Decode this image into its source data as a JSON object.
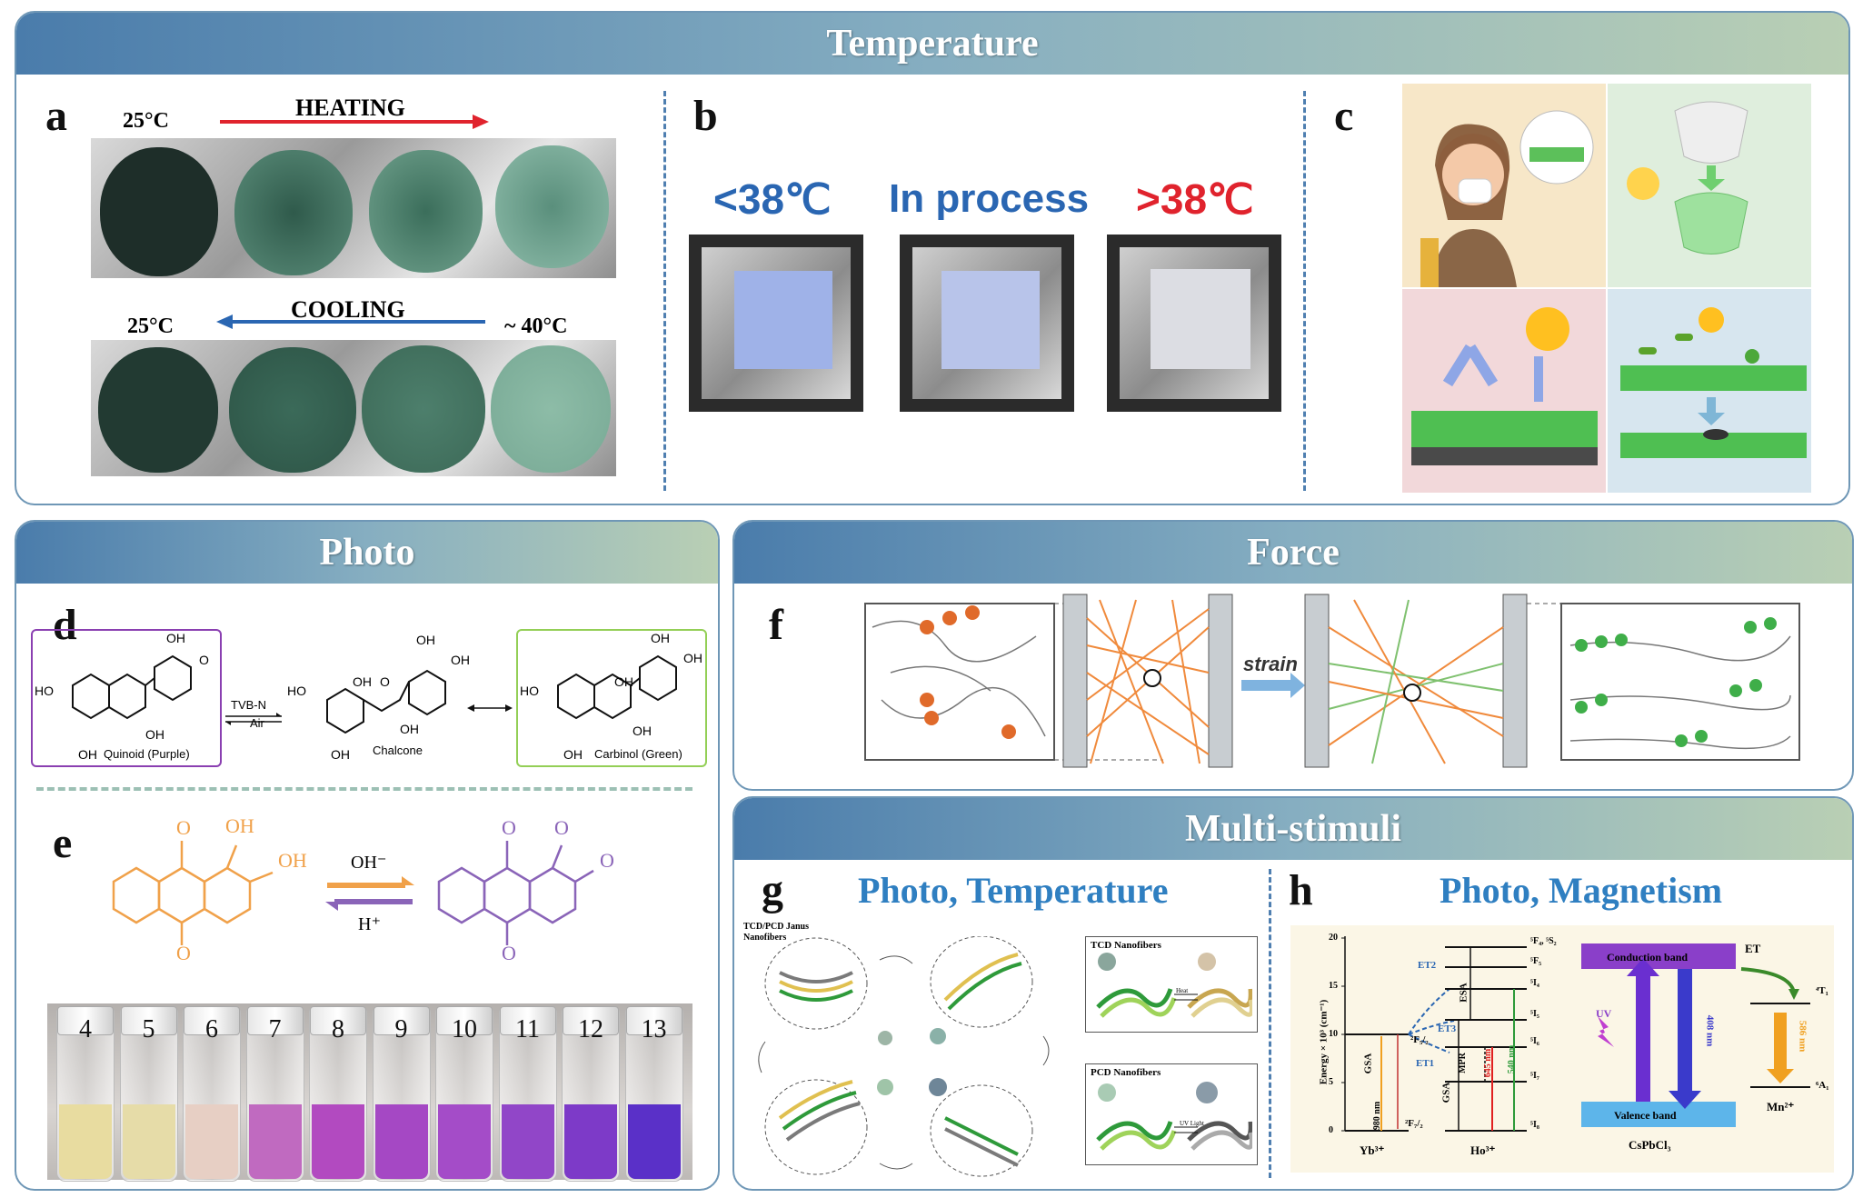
{
  "sections": {
    "temperature": "Temperature",
    "photo": "Photo",
    "force": "Force",
    "multi": "Multi-stimuli"
  },
  "panels": {
    "a": {
      "label": "a",
      "heating": "HEATING",
      "cooling": "COOLING",
      "temp_start": "25°C",
      "temp_start2": "25°C",
      "temp_end": "~ 40°C"
    },
    "b": {
      "label": "b",
      "low": "<38℃",
      "mid": "In process",
      "high": ">38℃"
    },
    "c": {
      "label": "c"
    },
    "d": {
      "label": "d",
      "tvbn": "TVB-N",
      "air": "Air",
      "quinoid": "Quinoid (Purple)",
      "chalcone": "Chalcone",
      "carbinol": "Carbinol (Green)",
      "oh": "OH",
      "ho": "HO",
      "o": "O"
    },
    "e": {
      "label": "e",
      "oh_minus": "OH⁻",
      "h_plus": "H⁺",
      "vials": [
        "4",
        "5",
        "6",
        "7",
        "8",
        "9",
        "10",
        "11",
        "12",
        "13"
      ]
    },
    "f": {
      "label": "f",
      "strain": "strain"
    },
    "g": {
      "label": "g",
      "title": "Photo, Temperature",
      "tcd_pcd": "TCD/PCD Janus Nanofibers",
      "tcd": "TCD Nanofibers",
      "pcd": "PCD Nanofibers",
      "heat": "Heat",
      "uv_light": "UV Light"
    },
    "h": {
      "label": "h",
      "title": "Photo, Magnetism",
      "ylabel": "Energy × 10³ (cm⁻¹)",
      "yticks": [
        "0",
        "5",
        "10",
        "15",
        "20"
      ],
      "yb": "Yb³⁺",
      "ho": "Ho³⁺",
      "gsa": "GSA",
      "et1": "ET1",
      "et2": "ET2",
      "et3": "ET3",
      "mpr": "MPR",
      "esa": "ESA",
      "nm980": "980 nm",
      "nm645": "645 nm",
      "nm540": "540 nm",
      "f52": "²F₅/₂",
      "f72": "²F₇/₂",
      "ho_levels": [
        "⁵F₄, ⁵S₂",
        "⁵F₅",
        "⁵I₄",
        "⁵I₅",
        "⁵I₆",
        "⁵I₇",
        "⁵I₈"
      ],
      "conduction": "Conduction band",
      "valence": "Valence band",
      "et": "ET",
      "uv": "UV",
      "nm408": "408 nm",
      "nm586": "586 nm",
      "t1": "⁴T₁",
      "a1": "⁶A₁",
      "mn": "Mn²⁺",
      "cspbcl3": "CsPbCl₃"
    }
  },
  "colors": {
    "banner_start": "#4a7cab",
    "banner_end": "#b9cfb4",
    "title_blue": "#2f7fc1",
    "red_label": "#e0232d",
    "blue_label": "#2a66b2"
  }
}
